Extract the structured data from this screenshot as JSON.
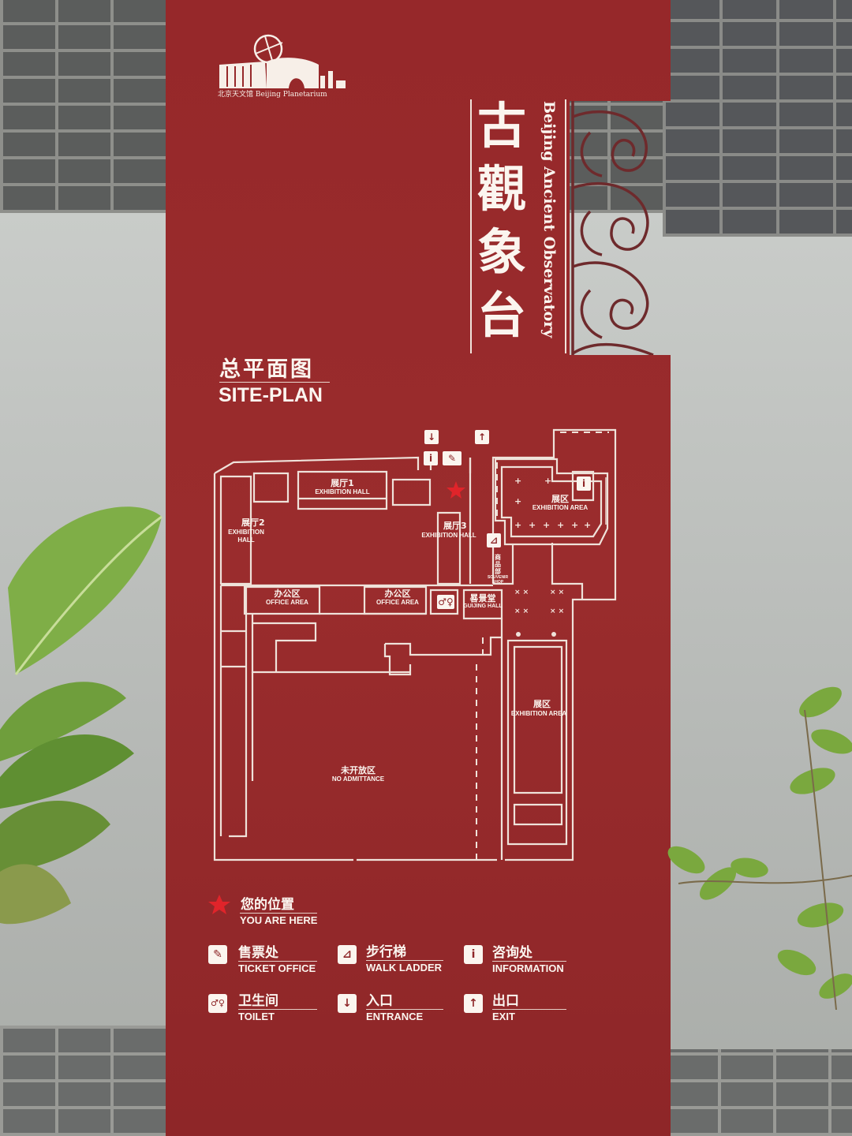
{
  "logo": {
    "caption": "北京天文馆 Beijing Planetarium"
  },
  "title": {
    "cn": "古觀象台",
    "en": "Beijing Ancient Observatory"
  },
  "plan_title": {
    "cn": "总平面图",
    "en": "SITE-PLAN"
  },
  "map_labels": {
    "hall1": {
      "cn": "展厅1",
      "en": "EXHIBITION HALL"
    },
    "hall2": {
      "cn": "展厅2",
      "en": "EXHIBITION HALL"
    },
    "hall3": {
      "cn": "展厅3",
      "en": "EXHIBITION HALL"
    },
    "office_left": {
      "cn": "办公区",
      "en": "OFFICE AREA"
    },
    "office_right": {
      "cn": "办公区",
      "en": "OFFICE AREA"
    },
    "guijing": {
      "cn": "晷景堂",
      "en": "GUIJING HALL"
    },
    "souvenir": {
      "cn": "商品部",
      "en": "SOUVENIR SHOP"
    },
    "exhibition_area_top": {
      "cn": "展区",
      "en": "EXHIBITION AREA"
    },
    "exhibition_area_side": {
      "cn": "展区",
      "en": "EXHIBITION AREA"
    },
    "no_admittance": {
      "cn": "未开放区",
      "en": "NO ADMITTANCE"
    }
  },
  "legend": {
    "you_are_here": {
      "cn": "您的位置",
      "en": "YOU ARE HERE"
    },
    "ticket": {
      "cn": "售票处",
      "en": "TICKET OFFICE"
    },
    "ladder": {
      "cn": "步行梯",
      "en": "WALK LADDER"
    },
    "info": {
      "cn": "咨询处",
      "en": "INFORMATION"
    },
    "toilet": {
      "cn": "卫生间",
      "en": "TOILET"
    },
    "entrance": {
      "cn": "入口",
      "en": "ENTRANCE"
    },
    "exit": {
      "cn": "出口",
      "en": "EXIT"
    }
  },
  "icons": {
    "info_glyph": "i",
    "star_color": "#e0242a",
    "board_color": "#96282a",
    "line_color": "#efe2da"
  }
}
